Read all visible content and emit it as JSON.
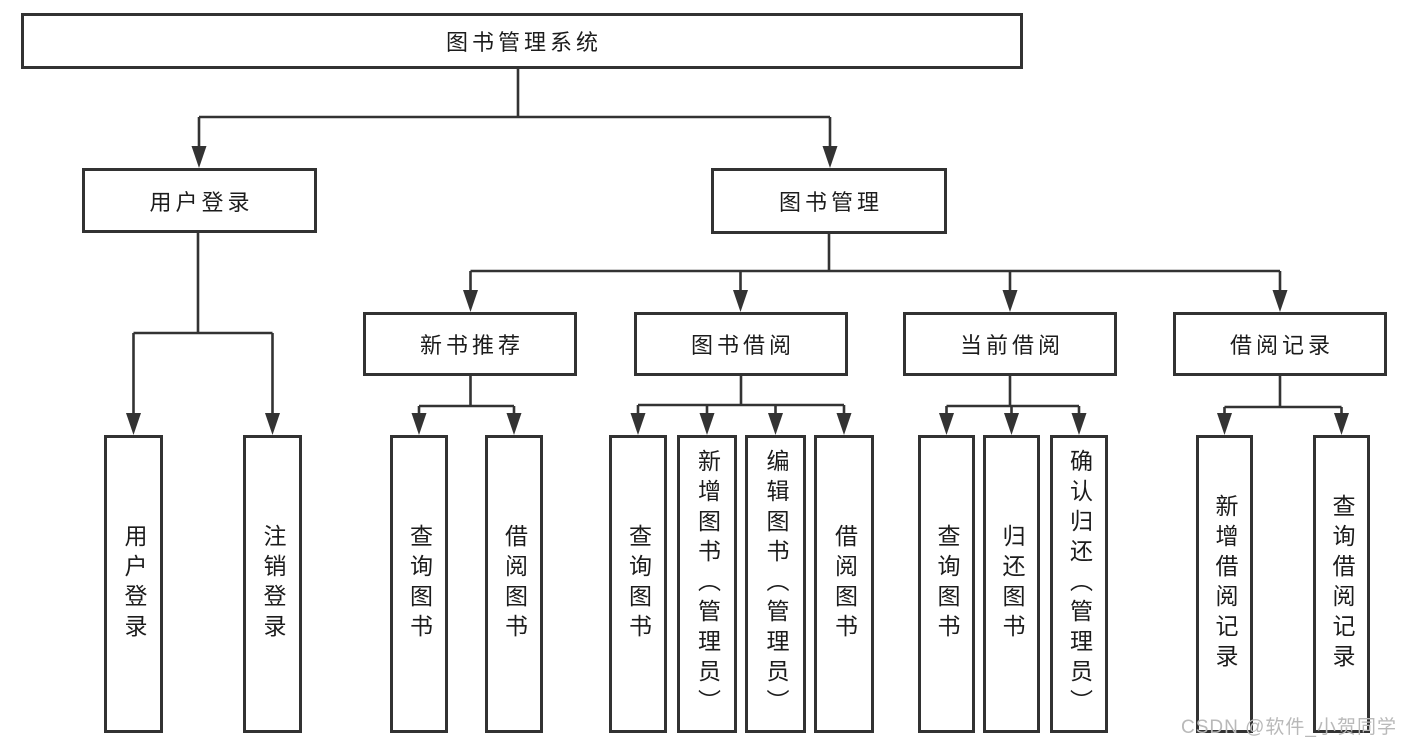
{
  "diagram_title": "图书管理系统",
  "nodes": {
    "root": {
      "label": "图书管理系统"
    },
    "user_login": {
      "label": "用户登录"
    },
    "book_management": {
      "label": "图书管理"
    },
    "new_book_recommendation": {
      "label": "新书推荐"
    },
    "book_borrowing": {
      "label": "图书借阅"
    },
    "current_borrowing": {
      "label": "当前借阅"
    },
    "borrowing_records": {
      "label": "借阅记录"
    },
    "leaf_user_login": {
      "label": "用户登录"
    },
    "leaf_logout": {
      "label": "注销登录"
    },
    "leaf_query_books_recommend": {
      "label": "查询图书"
    },
    "leaf_borrow_books_recommend": {
      "label": "借阅图书"
    },
    "leaf_query_books_borrow": {
      "label": "查询图书"
    },
    "leaf_add_books_admin": {
      "label": "新增图书（管理员）"
    },
    "leaf_edit_books_admin": {
      "label": "编辑图书（管理员）"
    },
    "leaf_borrow_books_borrow": {
      "label": "借阅图书"
    },
    "leaf_query_books_current": {
      "label": "查询图书"
    },
    "leaf_return_books": {
      "label": "归还图书"
    },
    "leaf_confirm_return_admin": {
      "label": "确认归还（管理员）"
    },
    "leaf_add_borrow_record": {
      "label": "新增借阅记录"
    },
    "leaf_query_borrow_record": {
      "label": "查询借阅记录"
    }
  },
  "watermark": {
    "text": "CSDN @软件_小贺同学"
  },
  "colors": {
    "line": "#333333",
    "node_border": "#323232",
    "text": "#1c1c1c",
    "background": "#ffffff",
    "watermark": "#b9b9b9"
  }
}
